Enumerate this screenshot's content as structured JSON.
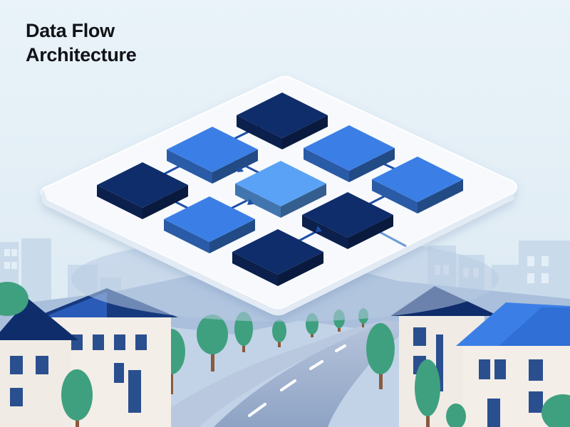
{
  "title": {
    "line1": "Data Flow",
    "line2": "Architecture"
  },
  "colors": {
    "sky": "#e8f2f8",
    "platform": "#f6f9fc",
    "block_dark": "#0f2d6b",
    "block_mid": "#3b7fe6",
    "block_light": "#5aa2f5",
    "connector": "#1e4fa8",
    "road": "#9fb2cf",
    "tree": "#3fa07f",
    "house_wall": "#f3eee8",
    "house_roof": "#173a7e"
  },
  "diagram": {
    "nodes": [
      {
        "id": "n1",
        "tone": "dark"
      },
      {
        "id": "n2",
        "tone": "mid"
      },
      {
        "id": "n3",
        "tone": "mid"
      },
      {
        "id": "n4",
        "tone": "dark"
      },
      {
        "id": "n5",
        "tone": "light"
      },
      {
        "id": "n6",
        "tone": "mid"
      },
      {
        "id": "n7",
        "tone": "mid"
      },
      {
        "id": "n8",
        "tone": "dark"
      },
      {
        "id": "n9",
        "tone": "dark"
      }
    ],
    "links": [
      {
        "from": "n1",
        "to": "n2"
      },
      {
        "from": "n2",
        "to": "n4"
      },
      {
        "from": "n3",
        "to": "n6"
      },
      {
        "from": "n4",
        "to": "n7"
      },
      {
        "from": "n7",
        "to": "n5"
      },
      {
        "from": "n5",
        "to": "n2"
      },
      {
        "from": "n6",
        "to": "n8"
      },
      {
        "from": "n9",
        "to": "n8"
      }
    ]
  }
}
